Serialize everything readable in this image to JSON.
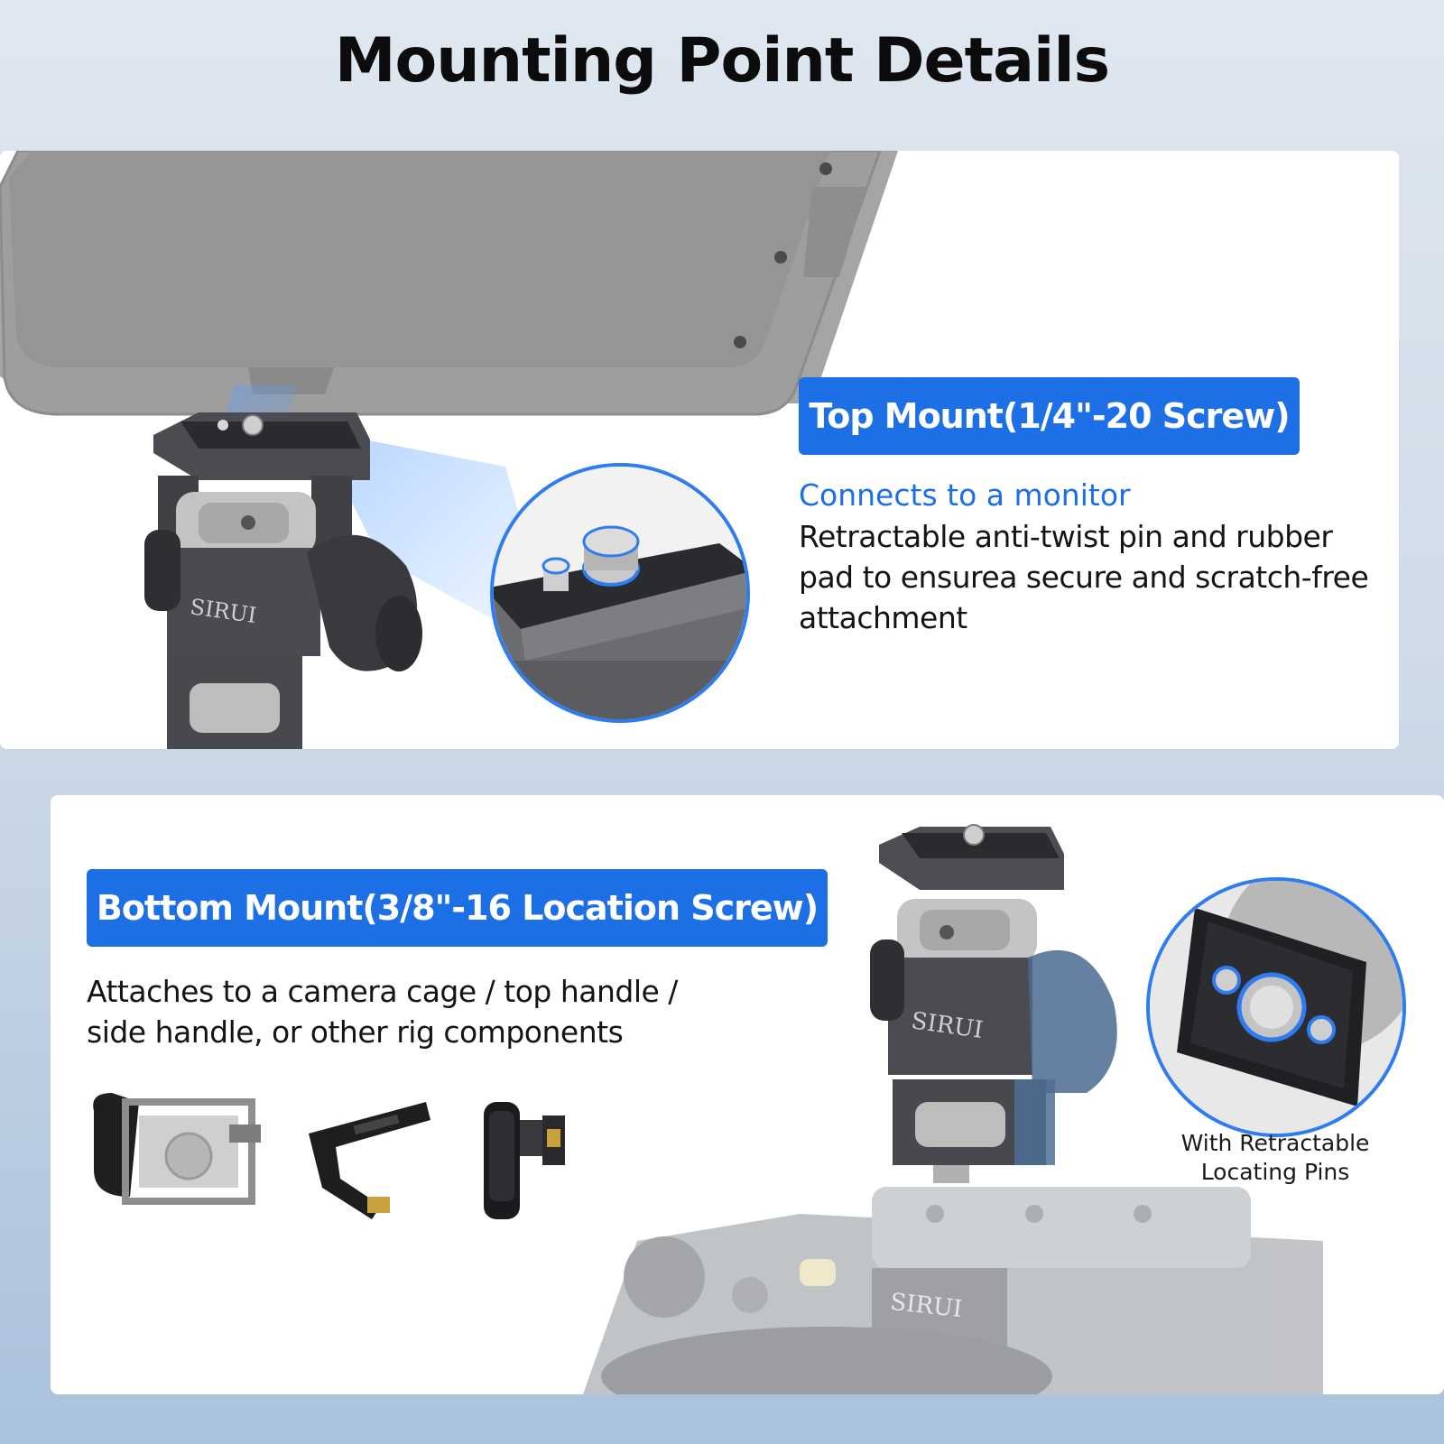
{
  "title": "Mounting Point Details",
  "top_mount": {
    "tag": "Top Mount(1/4\"-20 Screw)",
    "subtitle": "Connects to a monitor",
    "description": "Retractable anti-twist pin and rubber pad to ensurea secure and scratch-free attachment",
    "brand": "SIRUI"
  },
  "bottom_mount": {
    "tag": "Bottom Mount(3/8\"-16 Location Screw)",
    "description": "Attaches to a camera cage / top handle / side handle, or other rig components",
    "caption_line1": "With Retractable",
    "caption_line2": "Locating Pins",
    "brand": "SIRUI",
    "cage_brand": "SIRUI"
  },
  "colors": {
    "accent_blue": "#1d6fe6",
    "panel_bg": "#ffffff",
    "metal_dark": "#3d3f44",
    "monitor_gray": "#9a9a9a"
  },
  "icons": [
    "monitor-image",
    "mount-image",
    "zoom-top-screw",
    "zoom-bottom-pins",
    "camera-cage-image",
    "top-handle-image",
    "side-handle-image",
    "camera-rig-image"
  ]
}
